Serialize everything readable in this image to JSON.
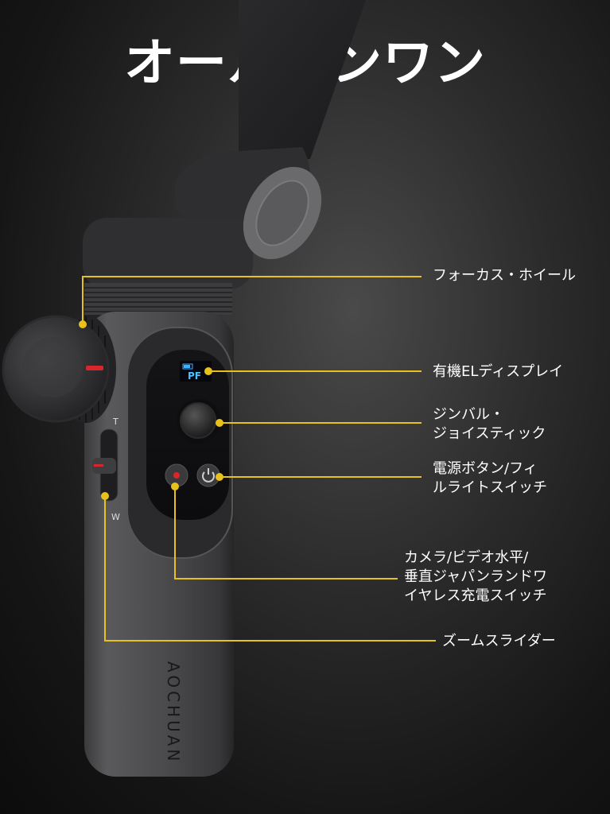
{
  "title": "オールインワン",
  "brand": "AOCHUAN",
  "display": {
    "mode": "PF"
  },
  "slider_marks": {
    "tele": "T",
    "wide": "W"
  },
  "callouts": [
    {
      "id": "focus-wheel",
      "text": "フォーカス・ホイール"
    },
    {
      "id": "oled-display",
      "text": "有機ELディスプレイ"
    },
    {
      "id": "joystick",
      "text": "ジンバル・\nジョイスティック"
    },
    {
      "id": "power-button",
      "text": "電源ボタン/フィ\nルライトスイッチ"
    },
    {
      "id": "mode-switch",
      "text": "カメラ/ビデオ水平/\n垂直ジャパンランドワ\nイヤレス充電スイッチ"
    },
    {
      "id": "zoom-slider",
      "text": "ズームスライダー"
    }
  ],
  "colors": {
    "leader_line": "#e8c21a",
    "background": "#1a1a1a",
    "record_dot": "#d8262c"
  }
}
